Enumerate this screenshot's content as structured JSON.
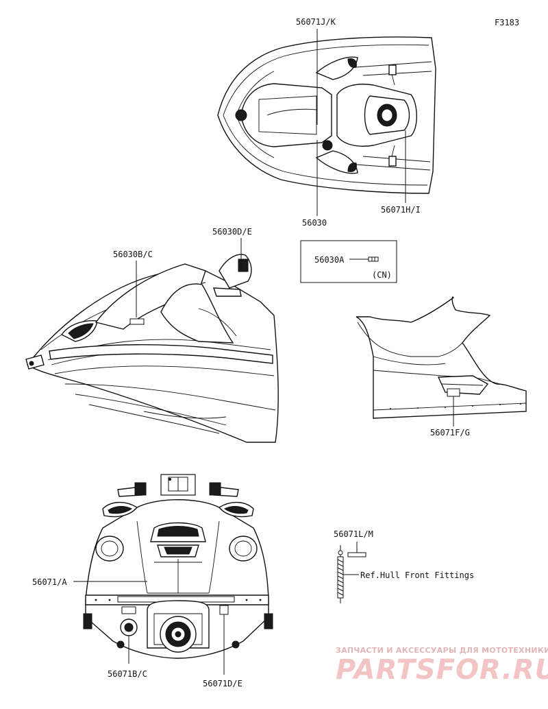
{
  "figure_code": "F3183",
  "labels": {
    "top_jk": "56071J/K",
    "top_center": "56030",
    "top_hi": "56071H/I",
    "side_bc": "56030B/C",
    "side_de": "56030D/E",
    "inset_a": "56030A",
    "inset_cn": "(CN)",
    "rear_fg": "56071F/G",
    "front_a": "56071/A",
    "front_bc": "56071B/C",
    "front_de": "56071D/E",
    "fitting_lm": "56071L/M",
    "fitting_ref": "Ref.Hull Front Fittings"
  },
  "watermark": {
    "tagline": "ЗАПЧАСТИ И АКСЕССУАРЫ ДЛЯ МОТОТЕХНИКИ",
    "logo": "PARTSFOR.RU"
  }
}
